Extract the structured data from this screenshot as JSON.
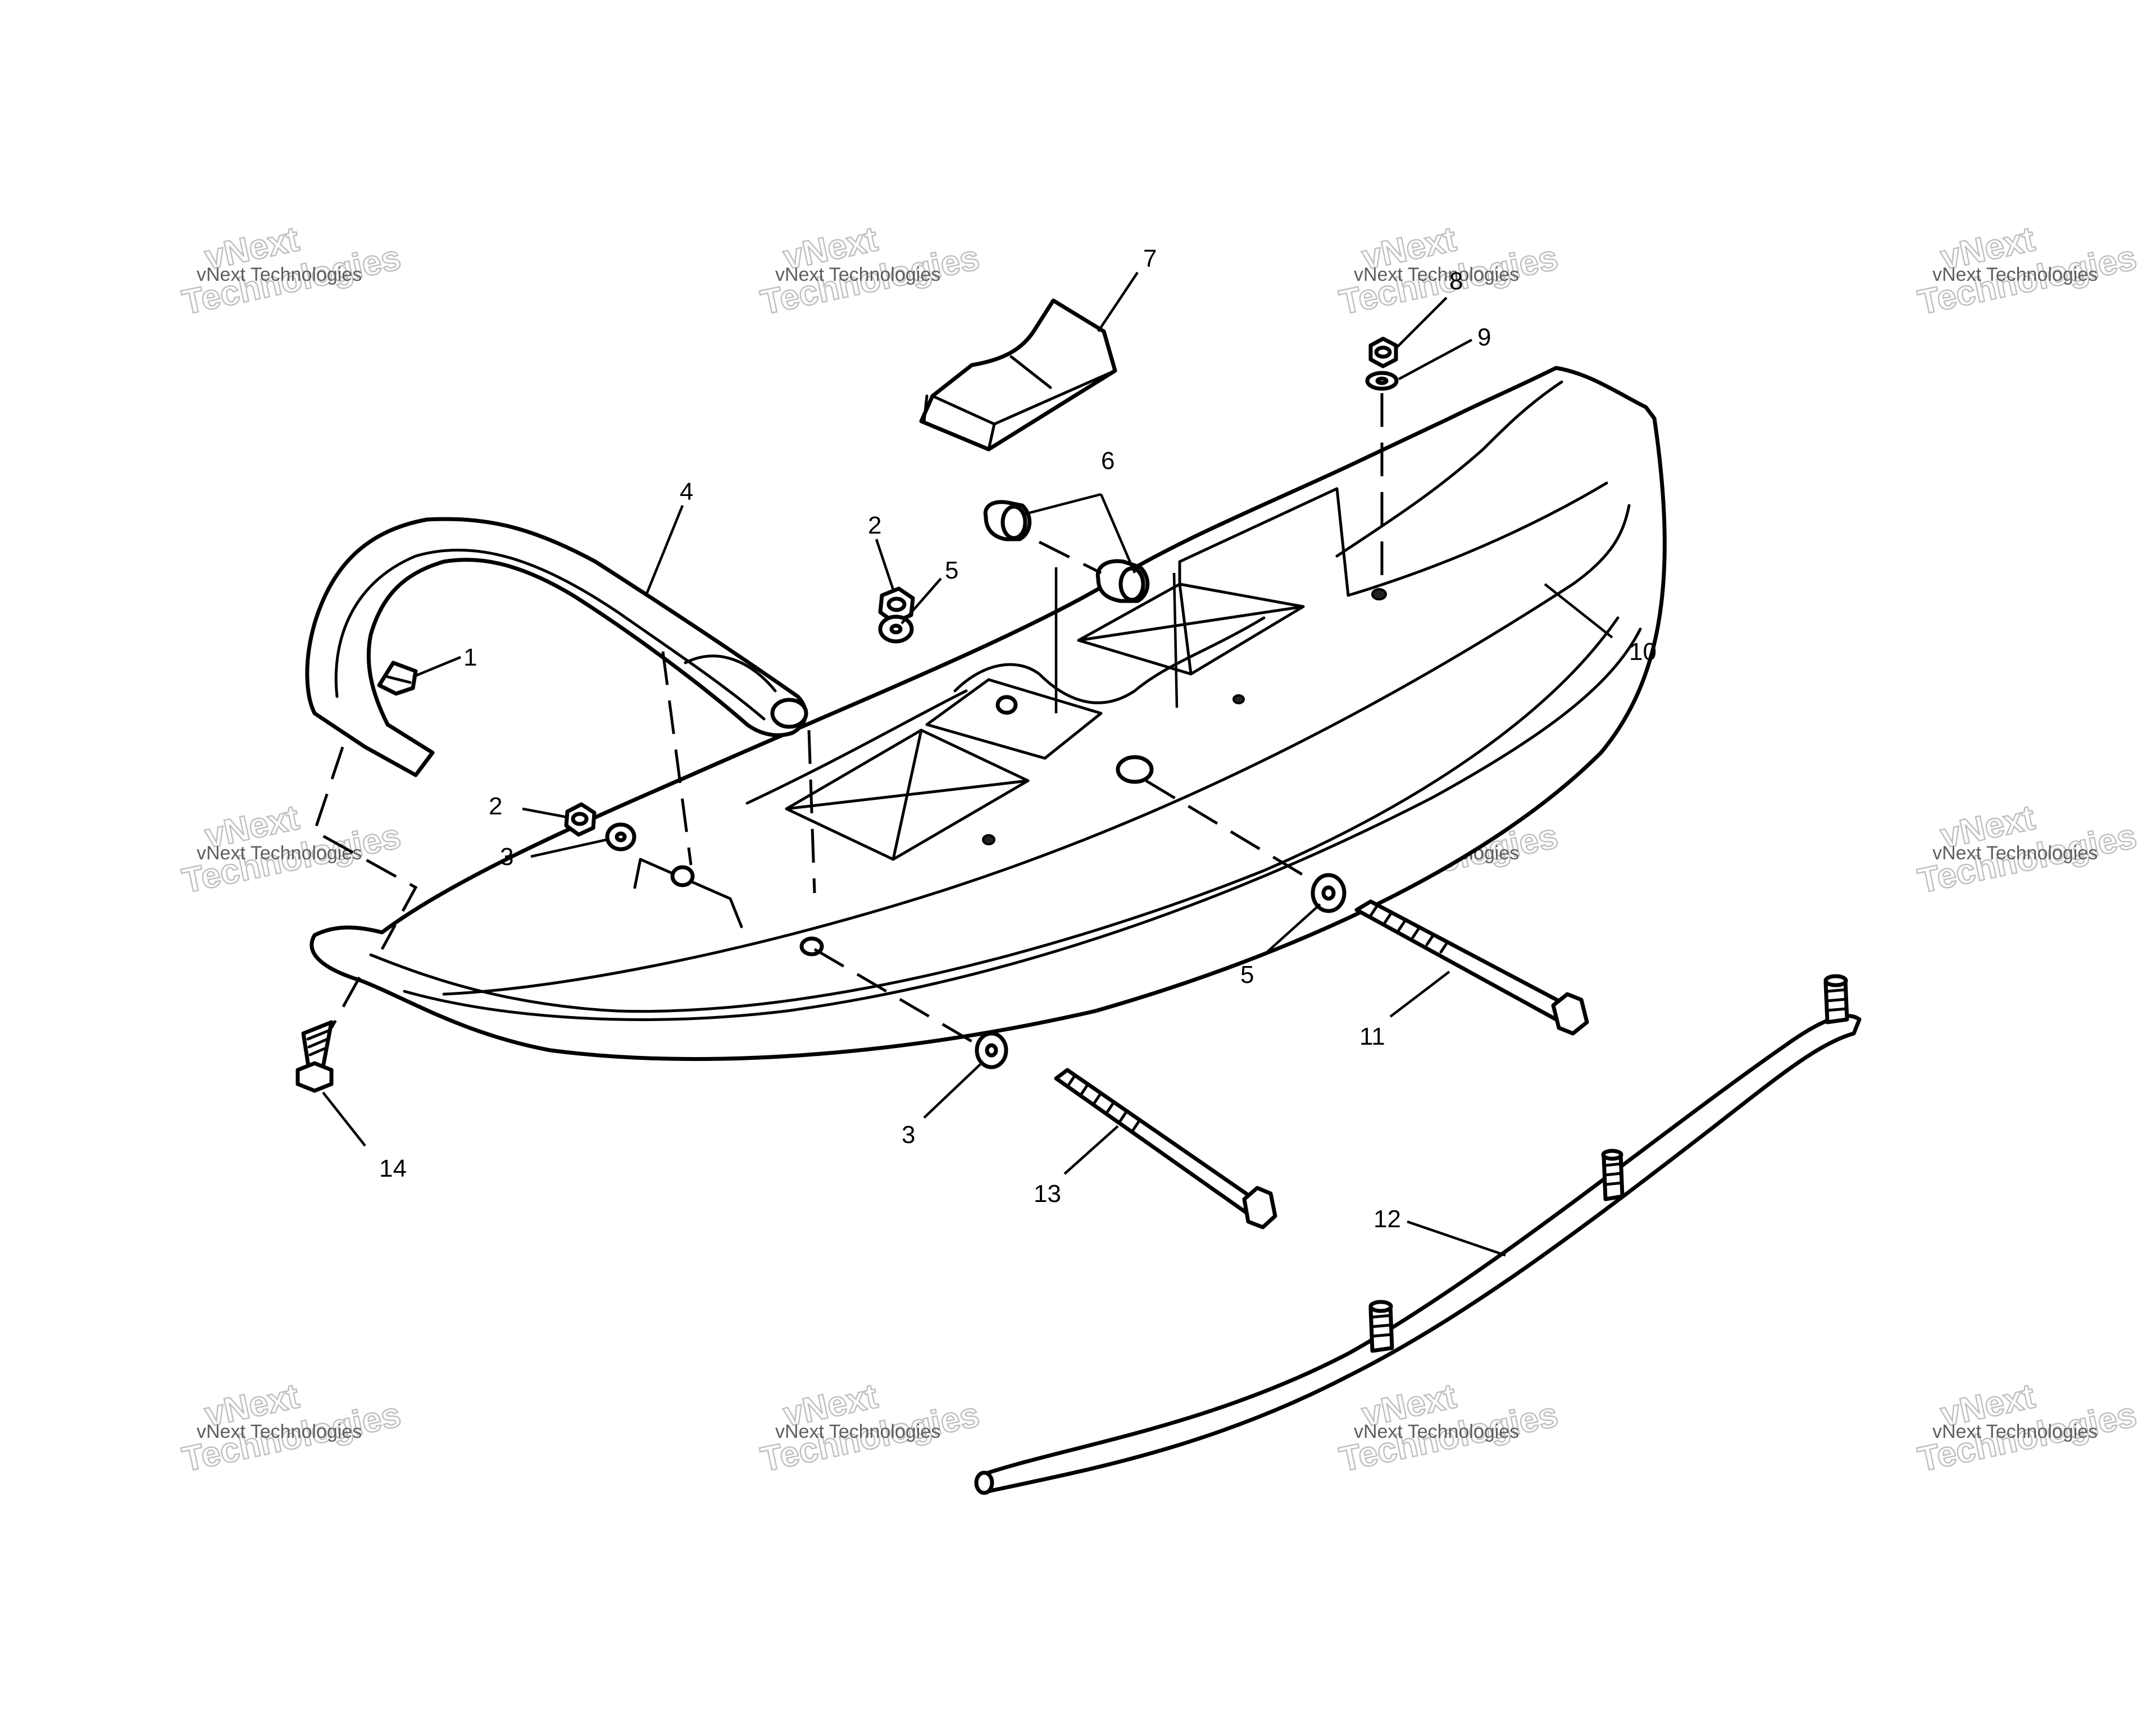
{
  "watermark": {
    "line1": "vNext",
    "line2": "Technologies",
    "small_text": "vNext Technologies"
  },
  "callouts": {
    "c1": "1",
    "c2a": "2",
    "c2b": "2",
    "c3a": "3",
    "c3b": "3",
    "c4": "4",
    "c5a": "5",
    "c5b": "5",
    "c6": "6",
    "c7": "7",
    "c8": "8",
    "c9": "9",
    "c10": "10",
    "c11": "11",
    "c12": "12",
    "c13": "13",
    "c14": "14"
  },
  "colors": {
    "line": "#000000",
    "background": "#ffffff",
    "watermark": "#bdbdbd"
  }
}
